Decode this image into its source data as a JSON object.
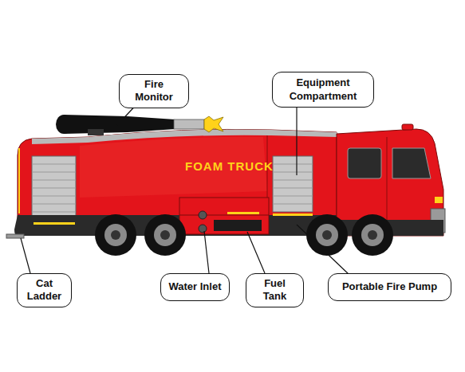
{
  "diagram": {
    "nodes": [
      {
        "text": [
          "Fire Monitor"
        ]
      },
      {
        "text": [
          "Equipment Compartment"
        ]
      },
      {
        "text": [
          "Cat Ladder"
        ]
      },
      {
        "text": [
          "Water Inlet"
        ]
      },
      {
        "text": [
          "Fuel Tank"
        ]
      },
      {
        "text": [
          "Portable Fire Pump"
        ]
      }
    ],
    "labels": [
      "FOAM TRUCK"
    ]
  }
}
